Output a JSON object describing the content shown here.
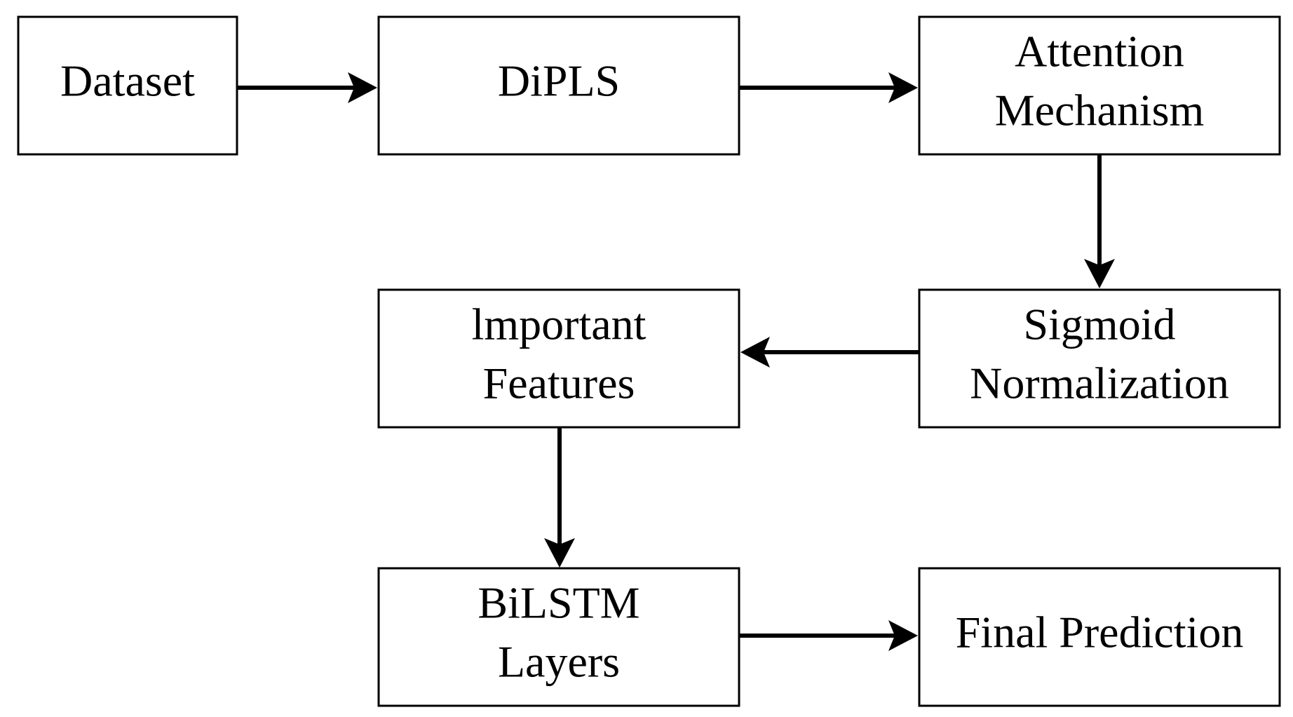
{
  "diagram": {
    "nodes": {
      "dataset": {
        "lines": [
          "Dataset"
        ]
      },
      "dipls": {
        "lines": [
          "DiPLS"
        ]
      },
      "attention": {
        "lines": [
          "Attention",
          "Mechanism"
        ]
      },
      "sigmoid": {
        "lines": [
          "Sigmoid",
          "Normalization"
        ]
      },
      "important": {
        "lines": [
          "lmportant",
          "Features"
        ]
      },
      "bilstm": {
        "lines": [
          "BiLSTM",
          "Layers"
        ]
      },
      "final": {
        "lines": [
          "Final Prediction"
        ]
      }
    },
    "edges": [
      {
        "from": "dataset",
        "to": "dipls"
      },
      {
        "from": "dipls",
        "to": "attention"
      },
      {
        "from": "attention",
        "to": "sigmoid"
      },
      {
        "from": "sigmoid",
        "to": "important"
      },
      {
        "from": "important",
        "to": "bilstm"
      },
      {
        "from": "bilstm",
        "to": "final"
      }
    ],
    "colors": {
      "stroke": "#000000",
      "fill": "#ffffff",
      "text": "#000000"
    }
  }
}
